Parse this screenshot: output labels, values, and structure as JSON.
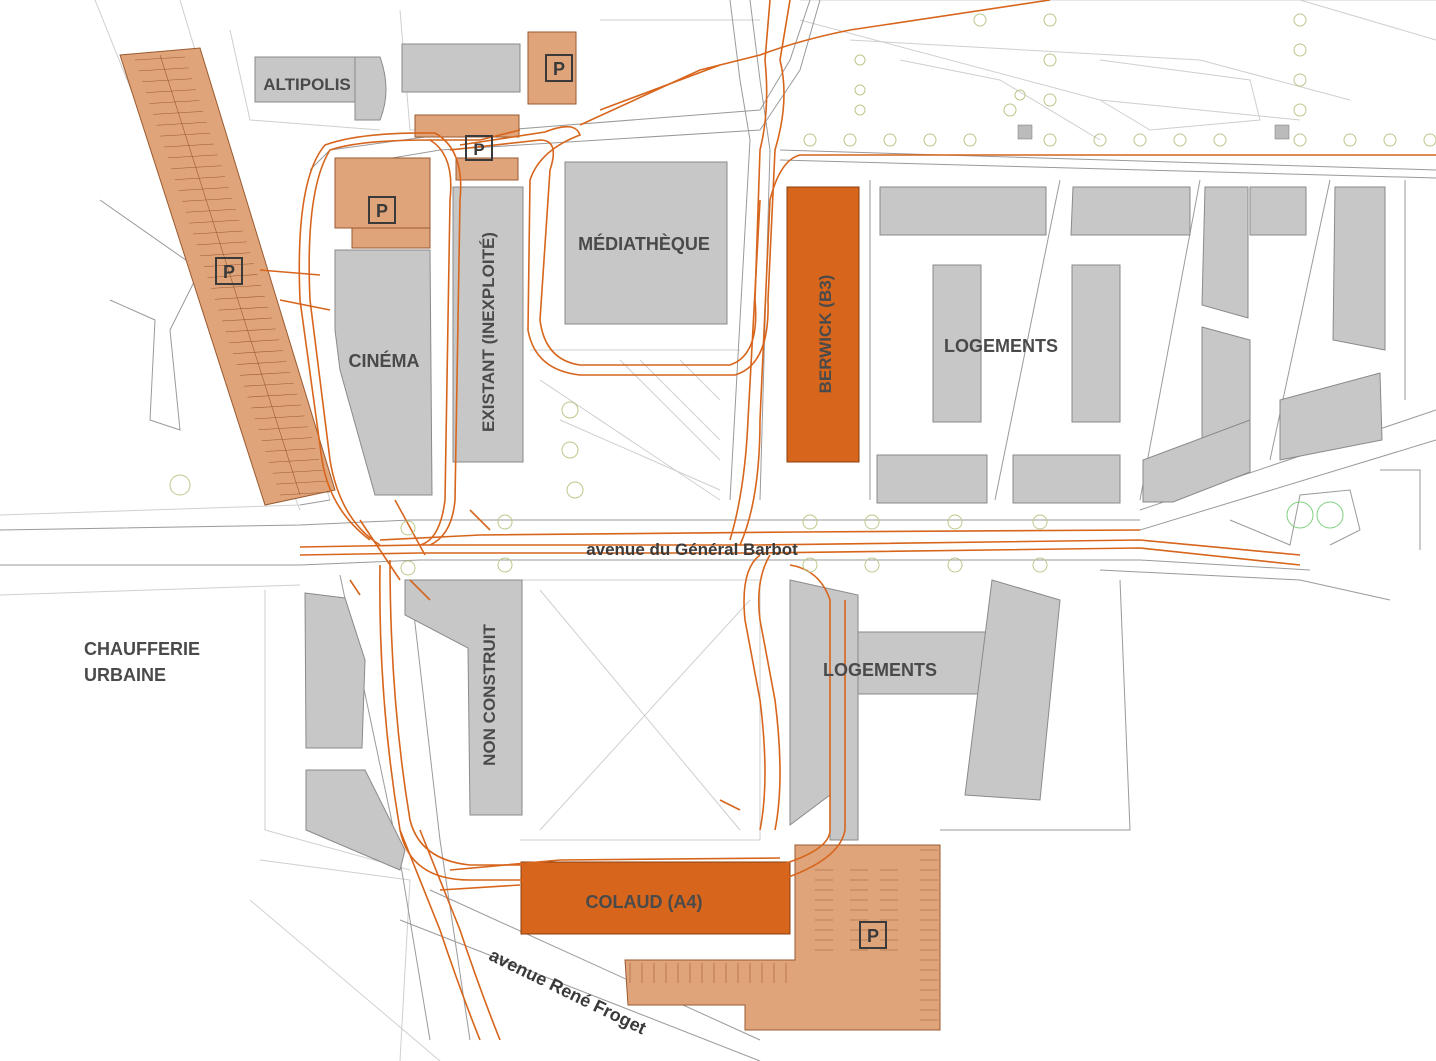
{
  "colors": {
    "building": "#c7c7c7",
    "highlight": "#d7651c",
    "parking": "#e0a47a",
    "network": "#d7651c",
    "text": "#4a4a4a"
  },
  "labels": {
    "altipolis": "ALTIPOLIS",
    "cinema": "CINÉMA",
    "existant": "EXISTANT (INEXPLOITÉ)",
    "mediatheque": "MÉDIATHÈQUE",
    "berwick": "BERWICK (B3)",
    "logements_north": "LOGEMENTS",
    "logements_south": "LOGEMENTS",
    "non_construit": "NON CONSTRUIT",
    "colaud": "COLAUD (A4)",
    "chaufferie_line1": "CHAUFFERIE",
    "chaufferie_line2": "URBAINE"
  },
  "roads": {
    "barbot": "avenue du Général Barbot",
    "froget": "avenue René Froget"
  },
  "parking_marker": "P",
  "icons": [
    "parking-sign-icon",
    "tree-symbol-icon"
  ]
}
